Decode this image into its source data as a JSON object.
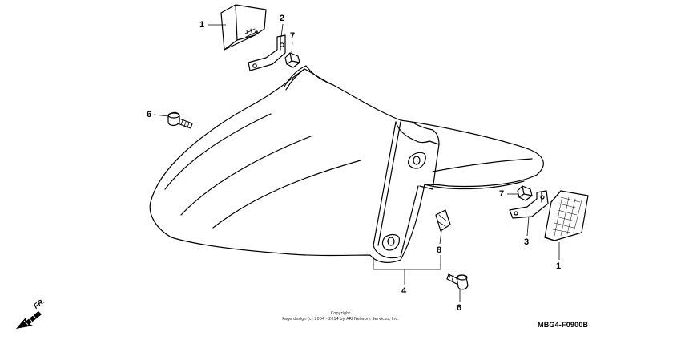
{
  "callouts": {
    "c1_top": "1",
    "c2": "2",
    "c7_top": "7",
    "c6_left": "6",
    "c7_right": "7",
    "c3": "3",
    "c1_right": "1",
    "c8": "8",
    "c4": "4",
    "c6_bottom": "6"
  },
  "copyright": {
    "line1": "Copyright",
    "line2": "Page design (c) 2004 - 2014 by ARI Network Services, Inc."
  },
  "diagram_code": "MBG4-F0900B",
  "direction": {
    "label": "FR.",
    "icon": "front-direction-arrow-icon"
  },
  "colors": {
    "line": "#000000",
    "background": "#ffffff"
  }
}
